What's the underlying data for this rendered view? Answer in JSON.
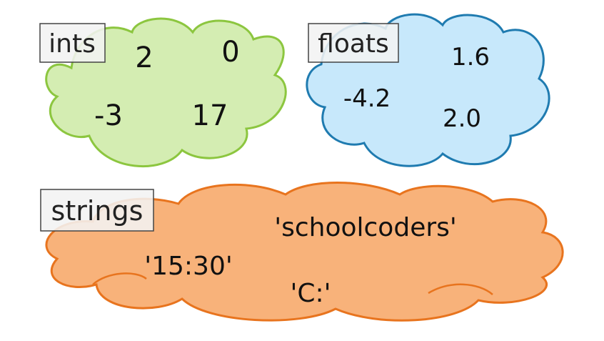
{
  "groups": {
    "ints": {
      "label": "ints",
      "values": [
        "2",
        "0",
        "-3",
        "17"
      ],
      "fill": "#d4edb2",
      "stroke": "#8cc63f"
    },
    "floats": {
      "label": "floats",
      "values": [
        "1.6",
        "-4.2",
        "2.0"
      ],
      "fill": "#c7e8fb",
      "stroke": "#1f7bb0"
    },
    "strings": {
      "label": "strings",
      "values": [
        "'schoolcoders'",
        "'15:30'",
        "'C:'"
      ],
      "fill": "#f8b27a",
      "stroke": "#e8741e"
    }
  }
}
